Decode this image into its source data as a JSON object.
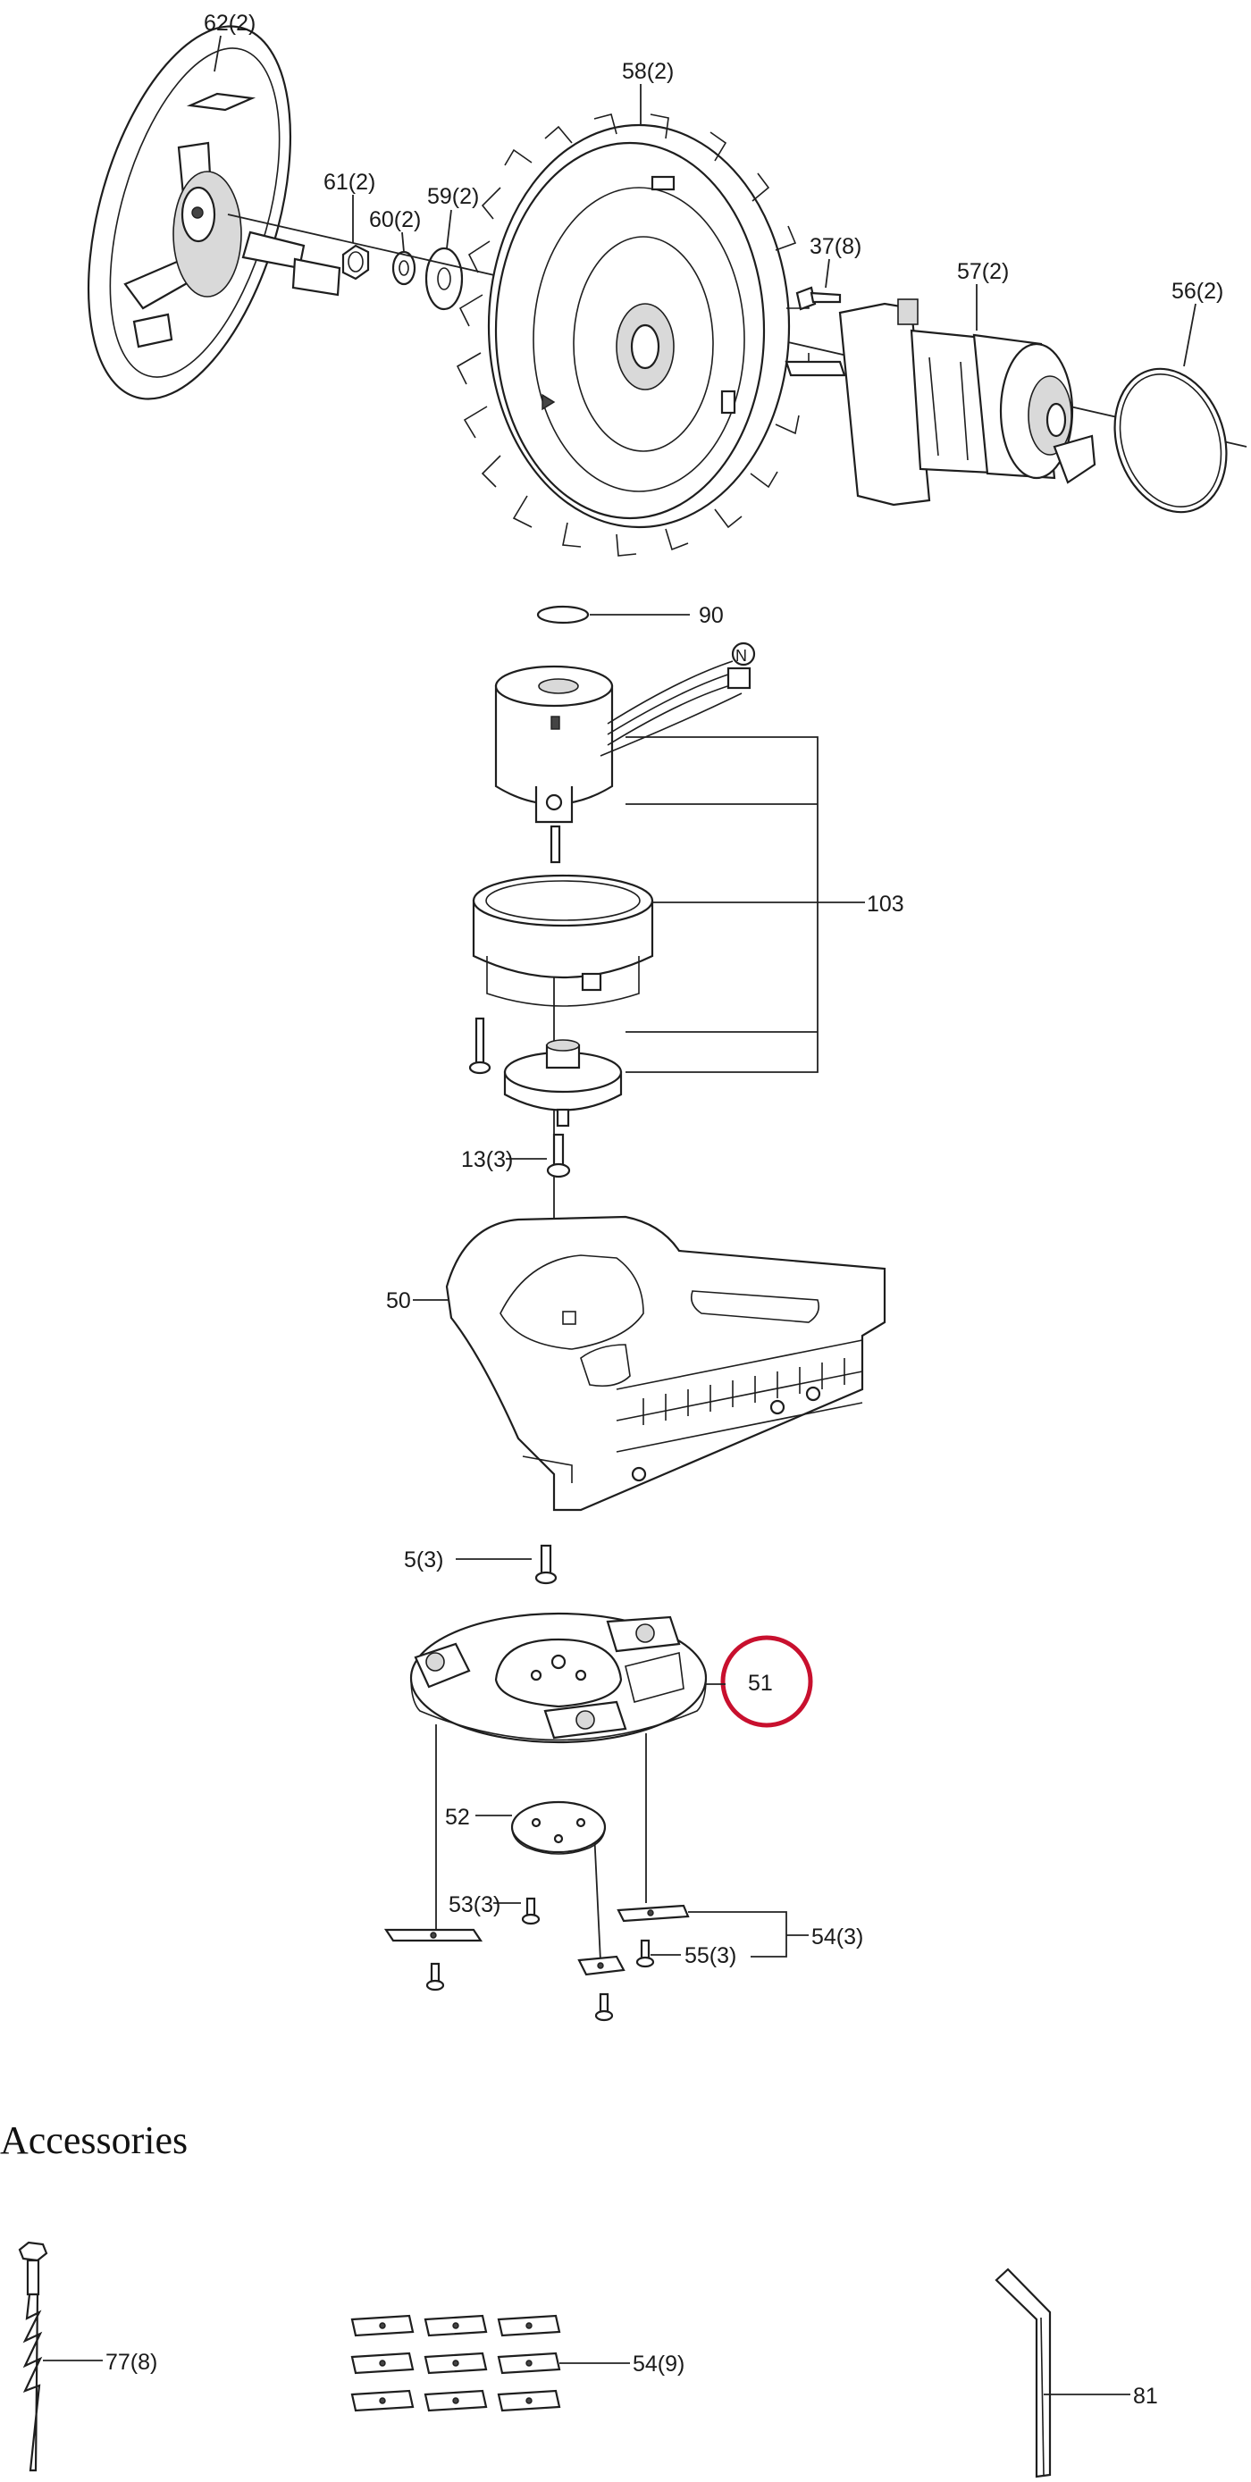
{
  "labels": {
    "p62": "62(2)",
    "p61": "61(2)",
    "p60": "60(2)",
    "p59": "59(2)",
    "p58": "58(2)",
    "p37": "37(8)",
    "p57": "57(2)",
    "p56": "56(2)",
    "p90": "90",
    "pN": "N",
    "p103": "103",
    "p13": "13(3)",
    "p50": "50",
    "p5": "5(3)",
    "p51": "51",
    "p52": "52",
    "p53": "53(3)",
    "p54": "54(3)",
    "p55": "55(3)",
    "p77": "77(8)",
    "p54acc": "54(9)",
    "p81": "81"
  },
  "accessories": {
    "title": "Accessories"
  },
  "highlight": {
    "part": "51",
    "color": "#c8102e"
  },
  "colors": {
    "line": "#222222",
    "highlight": "#c8102e"
  }
}
